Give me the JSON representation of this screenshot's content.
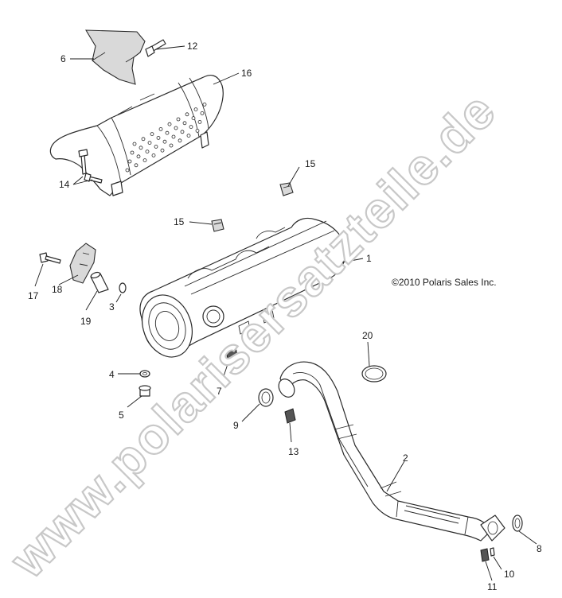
{
  "copyright": "©2010 Polaris Sales Inc.",
  "watermark": "www.polarisersatzteile.de",
  "callouts": {
    "c1": "1",
    "c2": "2",
    "c3": "3",
    "c4": "4",
    "c5": "5",
    "c6": "6",
    "c7": "7",
    "c8": "8",
    "c9": "9",
    "c10": "10",
    "c11": "11",
    "c12": "12",
    "c13": "13",
    "c14": "14",
    "c15a": "15",
    "c15b": "15",
    "c16": "16",
    "c17": "17",
    "c18": "18",
    "c19": "19",
    "c20": "20"
  }
}
